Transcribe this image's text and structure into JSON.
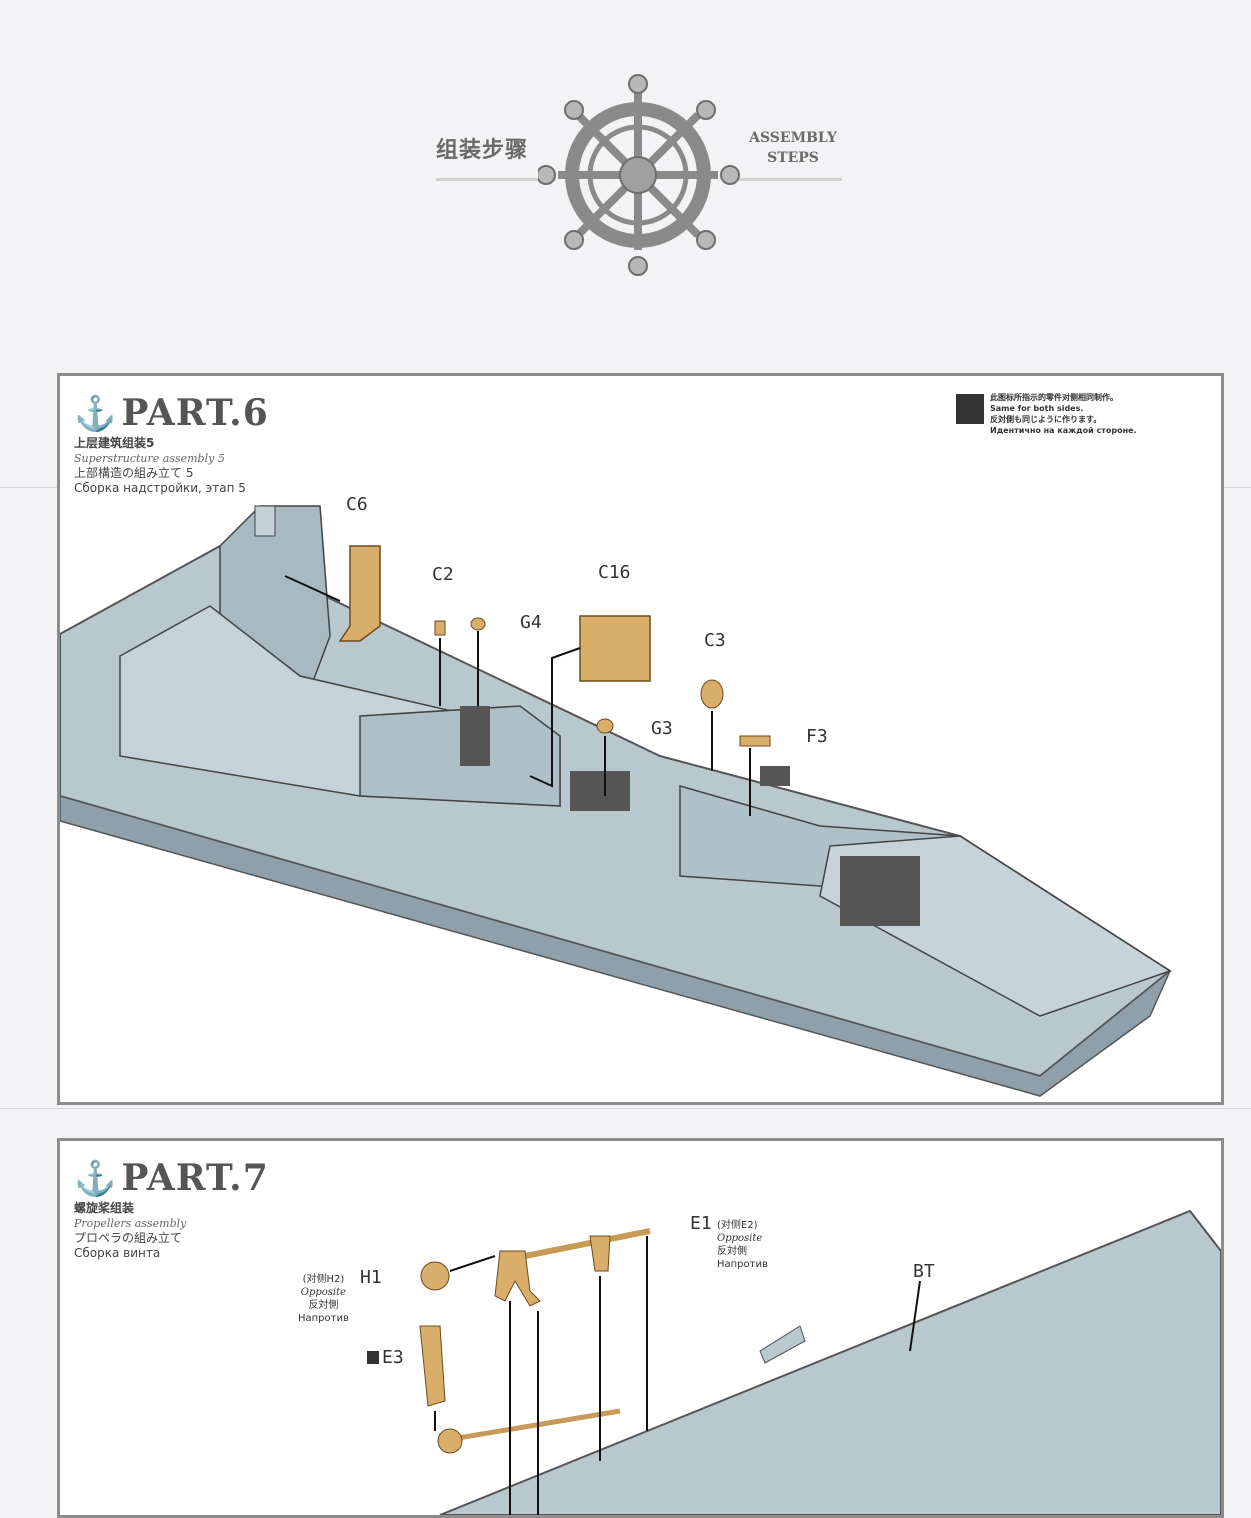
{
  "header": {
    "title_cn": "组装步骤",
    "title_en_line1": "ASSEMBLY",
    "title_en_line2": "STEPS"
  },
  "part6": {
    "title": "PART.6",
    "subtitle_cn": "上层建筑组装5",
    "subtitle_en": "Superstructure assembly 5",
    "subtitle_jp": "上部構造の組み立て 5",
    "subtitle_ru": "Сборка надстройки, этап 5",
    "note": {
      "cn": "此图标所指示的零件对侧相同制作。",
      "en": "Same for both sides.",
      "jp": "反対側も同じように作ります。",
      "ru": "Идентично на каждой стороне."
    },
    "labels": {
      "c6": "C6",
      "c2": "C2",
      "g4": "G4",
      "c16": "C16",
      "c3": "C3",
      "g3": "G3",
      "f3": "F3"
    }
  },
  "part7": {
    "title": "PART.7",
    "subtitle_cn": "螺旋桨组装",
    "subtitle_en": "Propellers assembly",
    "subtitle_jp": "プロペラの組み立て",
    "subtitle_ru": "Сборка винта",
    "labels": {
      "e1": "E1",
      "e1_opp": "(对侧E2)",
      "h1": "H1",
      "h1_opp": "(对侧H2)",
      "e3": "E3",
      "bt": "BT",
      "opposite_en": "Opposite",
      "opposite_jp": "反対側",
      "opposite_ru": "Напротив"
    }
  },
  "colors": {
    "hull": "#b9c7cf",
    "hull_dark": "#8fa0aa",
    "part": "#d9ae6b",
    "border": "#8c8c8c"
  }
}
